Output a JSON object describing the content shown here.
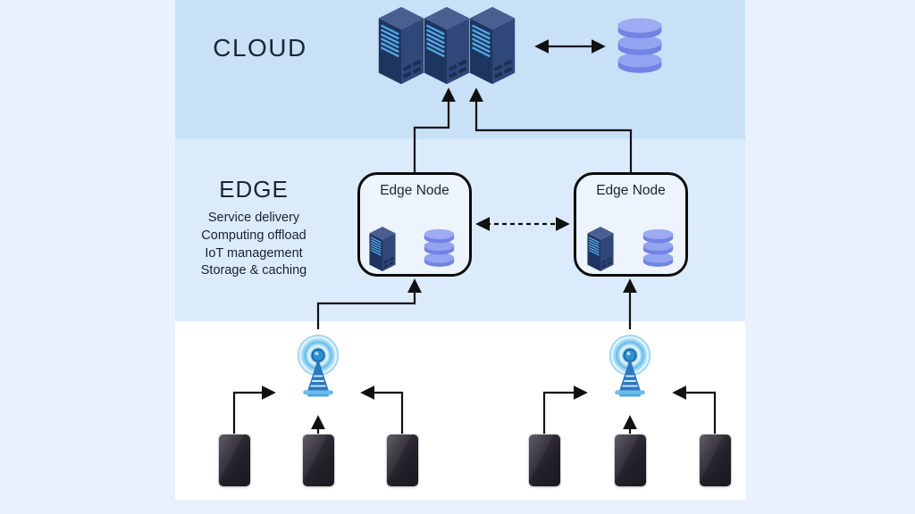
{
  "layers": {
    "cloud": {
      "label": "CLOUD"
    },
    "edge": {
      "label": "EDGE",
      "features": [
        "Service delivery",
        "Computing offload",
        "IoT management",
        "Storage & caching"
      ],
      "nodes": [
        {
          "label": "Edge Node"
        },
        {
          "label": "Edge Node"
        }
      ]
    },
    "devices": {
      "antenna_count": 2,
      "device_count": 6
    }
  },
  "colors": {
    "page_background": "#e9f2fc",
    "cloud_band": "#c8e1f7",
    "edge_band": "#dcebfb",
    "device_band": "#ffffff",
    "arrow": "#111111",
    "node_box_fill": "#eef4fd",
    "node_box_border": "#0c0c0c",
    "server_left_face": "#1e3560",
    "server_right_face": "#2f4779",
    "server_top_face": "#4a5e90",
    "server_stripe": "#54a8e6",
    "database_body": "#7183e4",
    "database_top": "#94a4f1",
    "antenna_halo": "#9fd6f2",
    "antenna_tower": "#2e77c1",
    "device_fill": "#2a2730",
    "text": "#1c2531"
  }
}
